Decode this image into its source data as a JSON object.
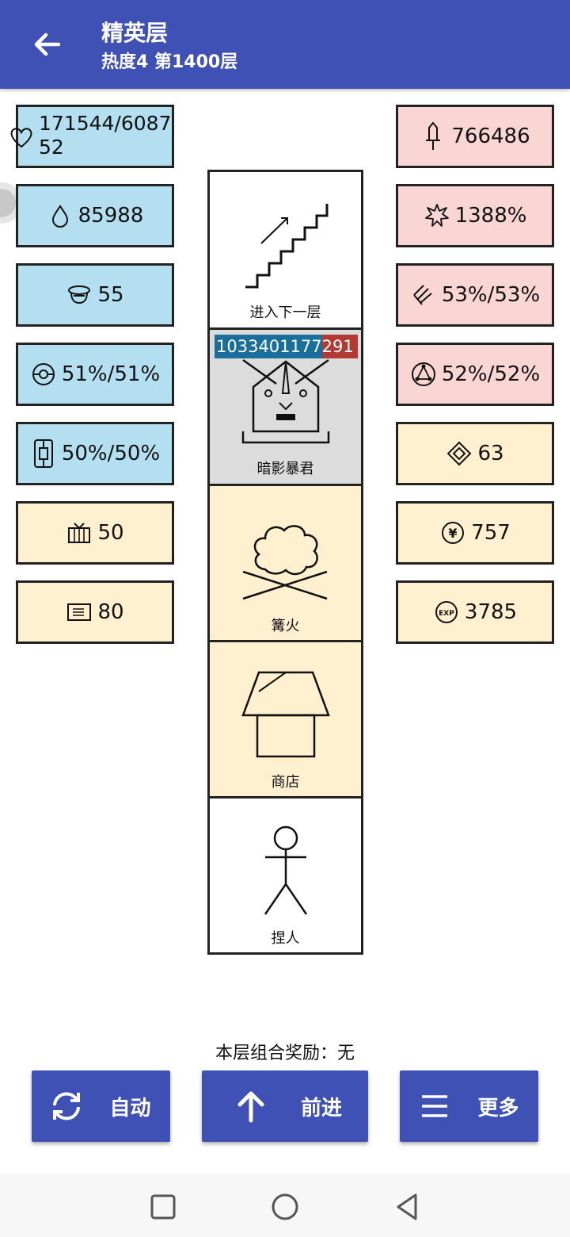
{
  "header": {
    "title": "精英层",
    "subtitle": "热度4 第1400层",
    "back_icon": "back-arrow-icon"
  },
  "colors": {
    "primary": "#3f51b5",
    "blue_box": "#b3dff0",
    "pink_box": "#f9d6d4",
    "cream_box": "#fff1cf"
  },
  "left_stats": [
    {
      "icon": "heart-icon",
      "value": "171544/608752"
    },
    {
      "icon": "water-drop-icon",
      "value": "85988"
    },
    {
      "icon": "cap-icon",
      "value": "55"
    },
    {
      "icon": "orb-icon",
      "value": "51%/51%"
    },
    {
      "icon": "shield-block-icon",
      "value": "50%/50%"
    },
    {
      "icon": "tv-icon",
      "value": "50"
    },
    {
      "icon": "card-icon",
      "value": "80"
    }
  ],
  "right_stats": [
    {
      "icon": "sword-icon",
      "value": "766486"
    },
    {
      "icon": "burst-icon",
      "value": "1388%"
    },
    {
      "icon": "slash-icon",
      "value": "53%/53%"
    },
    {
      "icon": "triangle-circle-icon",
      "value": "52%/52%"
    },
    {
      "icon": "diamond-icon",
      "value": "63"
    },
    {
      "icon": "yen-icon",
      "value": "757"
    },
    {
      "icon": "exp-icon",
      "value": "3785"
    }
  ],
  "tower": {
    "cells": [
      {
        "label": "进入下一层",
        "icon": "stairs-icon"
      },
      {
        "label": "暗影暴君",
        "icon": "tyrant-icon",
        "hp_current": "1033401177",
        "hp_rest": "291"
      },
      {
        "label": "篝火",
        "icon": "bonfire-icon"
      },
      {
        "label": "商店",
        "icon": "shop-icon"
      },
      {
        "label": "捏人",
        "icon": "stick-figure-icon"
      }
    ]
  },
  "reward_text": "本层组合奖励：无",
  "buttons": {
    "auto": {
      "label": "自动",
      "icon": "refresh-icon"
    },
    "forward": {
      "label": "前进",
      "icon": "up-arrow-icon"
    },
    "more": {
      "label": "更多",
      "icon": "menu-icon"
    }
  },
  "system_nav": [
    "square-icon",
    "circle-icon",
    "triangle-back-icon"
  ]
}
